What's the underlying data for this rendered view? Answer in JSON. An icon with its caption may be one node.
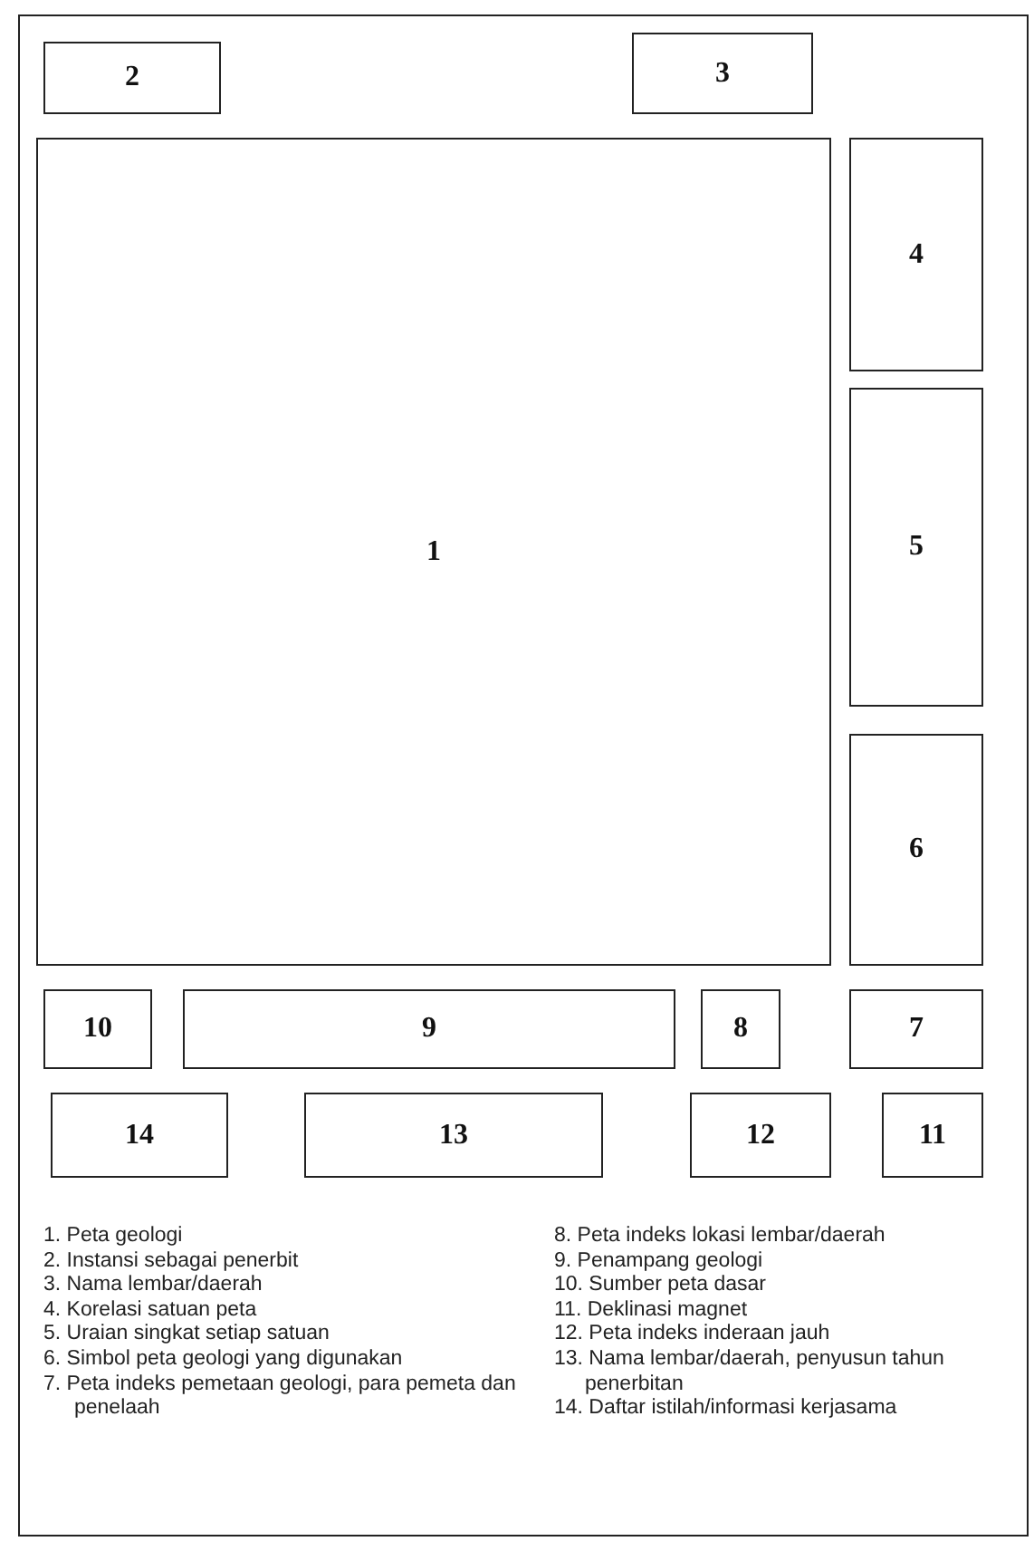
{
  "diagram": {
    "nodes": [
      {
        "text": [
          "2"
        ]
      },
      {
        "text": [
          "3"
        ]
      },
      {
        "text": [
          "1"
        ]
      },
      {
        "text": [
          "4"
        ]
      },
      {
        "text": [
          "5"
        ]
      },
      {
        "text": [
          "6"
        ]
      },
      {
        "text": [
          "10"
        ]
      },
      {
        "text": [
          "9"
        ]
      },
      {
        "text": [
          "8"
        ]
      },
      {
        "text": [
          "7"
        ]
      },
      {
        "text": [
          "14"
        ]
      },
      {
        "text": [
          "13"
        ]
      },
      {
        "text": [
          "12"
        ]
      },
      {
        "text": [
          "11"
        ]
      }
    ],
    "labels": [
      "1. Peta geologi",
      "2. Instansi sebagai penerbit",
      "3. Nama lembar/daerah",
      "4. Korelasi satuan peta",
      "5. Uraian singkat setiap satuan",
      "6. Simbol peta geologi yang digunakan",
      "7. Peta indeks pemetaan geologi, para pemeta dan penelaah",
      "8. Peta indeks lokasi lembar/daerah",
      "9. Penampang geologi",
      "10. Sumber peta dasar",
      "11. Deklinasi magnet",
      "12. Peta indeks inderaan jauh",
      "13. Nama lembar/daerah, penyusun tahun penerbitan",
      "14. Daftar istilah/informasi kerjasama"
    ]
  }
}
